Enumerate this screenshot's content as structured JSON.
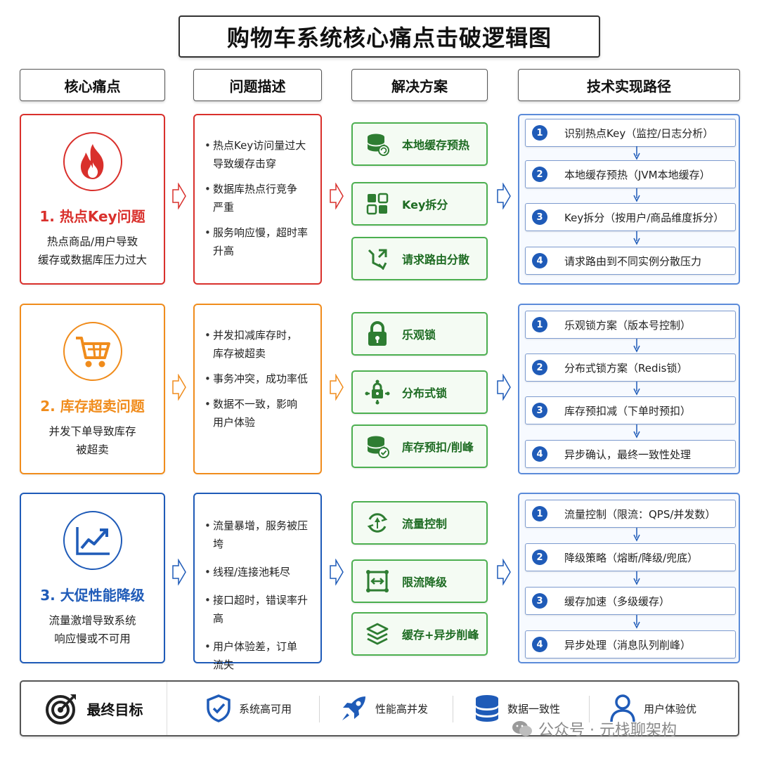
{
  "title": "购物车系统核心痛点击破逻辑图",
  "headers": [
    "核心痛点",
    "问题描述",
    "解决方案",
    "技术实现路径"
  ],
  "colors": {
    "red": "#d9302c",
    "orange": "#f08c1c",
    "blue": "#1f5bb8",
    "green": "#4caf50"
  },
  "rows": [
    {
      "pain_title": "1. 热点Key问题",
      "pain_desc": [
        "热点商品/用户导致",
        "缓存或数据库压力过大"
      ],
      "icon": "fire-icon",
      "descriptions": [
        [
          "热点Key访问量过大",
          "导致缓存击穿"
        ],
        [
          "数据库热点行竞争",
          "严重"
        ],
        [
          "服务响应慢，超时率",
          "升高"
        ]
      ],
      "solutions": [
        {
          "label": "本地缓存预热",
          "icon": "database-refresh-icon"
        },
        {
          "label": "Key拆分",
          "icon": "grid-split-icon"
        },
        {
          "label": "请求路由分散",
          "icon": "route-split-icon"
        }
      ],
      "steps": [
        {
          "num": "1",
          "text": "识别热点Key（监控/日志分析）"
        },
        {
          "num": "2",
          "text": "本地缓存预热（JVM本地缓存）"
        },
        {
          "num": "3",
          "text": "Key拆分（按用户/商品维度拆分）"
        },
        {
          "num": "4",
          "text": "请求路由到不同实例分散压力"
        }
      ]
    },
    {
      "pain_title": "2. 库存超卖问题",
      "pain_desc": [
        "并发下单导致库存",
        "被超卖"
      ],
      "icon": "cart-icon",
      "descriptions": [
        [
          "并发扣减库存时，",
          "库存被超卖"
        ],
        [
          "事务冲突，成功率低"
        ],
        [
          "数据不一致，影响",
          "用户体验"
        ]
      ],
      "solutions": [
        {
          "label": "乐观锁",
          "icon": "lock-icon"
        },
        {
          "label": "分布式锁",
          "icon": "distributed-lock-icon"
        },
        {
          "label": "库存预扣/削峰",
          "icon": "database-check-icon"
        }
      ],
      "steps": [
        {
          "num": "1",
          "text": "乐观锁方案（版本号控制）"
        },
        {
          "num": "2",
          "text": "分布式锁方案（Redis锁）"
        },
        {
          "num": "3",
          "text": "库存预扣减（下单时预扣）"
        },
        {
          "num": "4",
          "text": "异步确认，最终一致性处理"
        }
      ]
    },
    {
      "pain_title": "3. 大促性能降级",
      "pain_desc": [
        "流量激增导致系统",
        "响应慢或不可用"
      ],
      "icon": "chart-up-icon",
      "descriptions": [
        [
          "流量暴增，服务被压垮"
        ],
        [
          "线程/连接池耗尽"
        ],
        [
          "接口超时，错误率升高"
        ],
        [
          "用户体验差，订单",
          "流失"
        ]
      ],
      "solutions": [
        {
          "label": "流量控制",
          "icon": "traffic-control-icon"
        },
        {
          "label": "限流降级",
          "icon": "rate-limit-icon"
        },
        {
          "label": "缓存+异步削峰",
          "icon": "layers-icon"
        }
      ],
      "steps": [
        {
          "num": "1",
          "text": "流量控制（限流：QPS/并发数）"
        },
        {
          "num": "2",
          "text": "降级策略（熔断/降级/兜底）"
        },
        {
          "num": "3",
          "text": "缓存加速（多级缓存）"
        },
        {
          "num": "4",
          "text": "异步处理（消息队列削峰）"
        }
      ]
    }
  ],
  "goal": {
    "title": "最终目标",
    "icon": "target-icon",
    "items": [
      {
        "label": "系统高可用",
        "icon": "shield-check-icon"
      },
      {
        "label": "性能高并发",
        "icon": "rocket-icon"
      },
      {
        "label": "数据一致性",
        "icon": "database-icon"
      },
      {
        "label": "用户体验优",
        "icon": "user-icon"
      }
    ]
  },
  "watermark": "公众号 · 元栈聊架构"
}
